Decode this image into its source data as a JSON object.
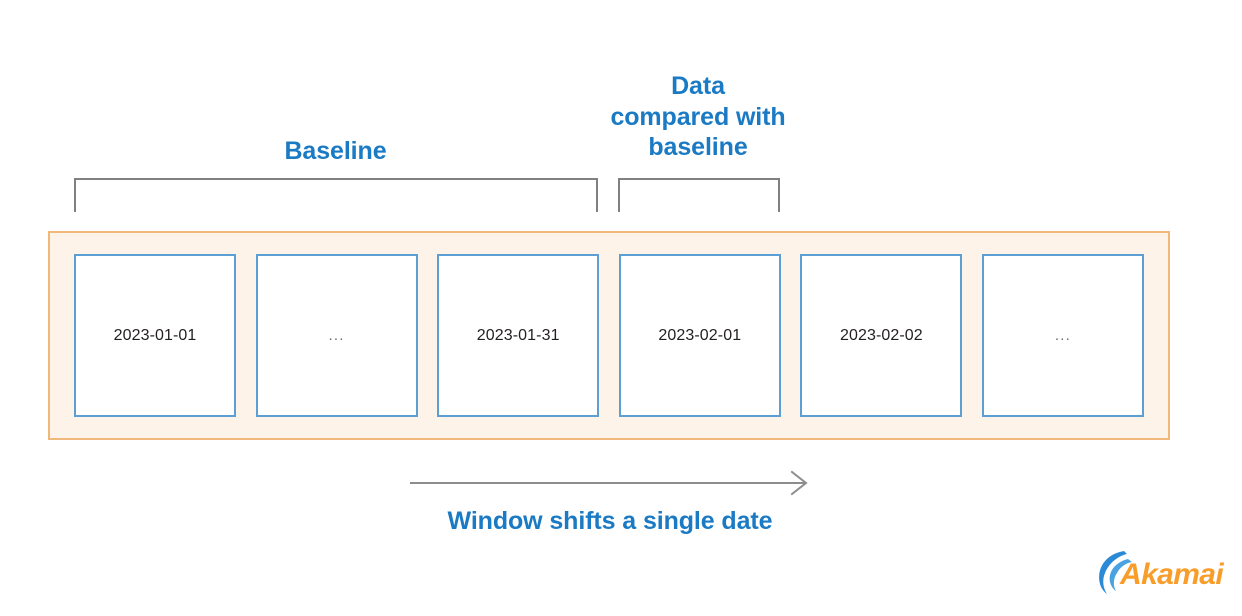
{
  "diagram": {
    "title_captions": {
      "baseline": [
        "Baseline"
      ],
      "compared": [
        "Data",
        "compared with",
        "baseline"
      ],
      "shift": "Window shifts a single date"
    },
    "brackets": [
      {
        "name": "baseline-bracket",
        "covers": "2023-01-01 .. 2023-01-31"
      },
      {
        "name": "compared-bracket",
        "covers": "2023-02-01"
      }
    ],
    "cards": [
      {
        "label": "2023-01-01",
        "is_ellipsis": false
      },
      {
        "label": "...",
        "is_ellipsis": true
      },
      {
        "label": "2023-01-31",
        "is_ellipsis": false
      },
      {
        "label": "2023-02-01",
        "is_ellipsis": false
      },
      {
        "label": "2023-02-02",
        "is_ellipsis": false
      },
      {
        "label": "...",
        "is_ellipsis": true
      }
    ],
    "colors": {
      "accent_blue": "#1a7ac4",
      "card_border_blue": "#5b9fd4",
      "band_fill": "#fdf3e8",
      "band_border": "#f0b87a",
      "bracket_gray": "#808080",
      "arrow_gray": "#8d8d8d",
      "card_text": "#231f20",
      "logo_orange": "#f89d2a",
      "logo_blue": "#2b8ad6"
    },
    "logo": {
      "wordmark": "Akamai",
      "mark": "akamai-wave-arcs"
    }
  }
}
